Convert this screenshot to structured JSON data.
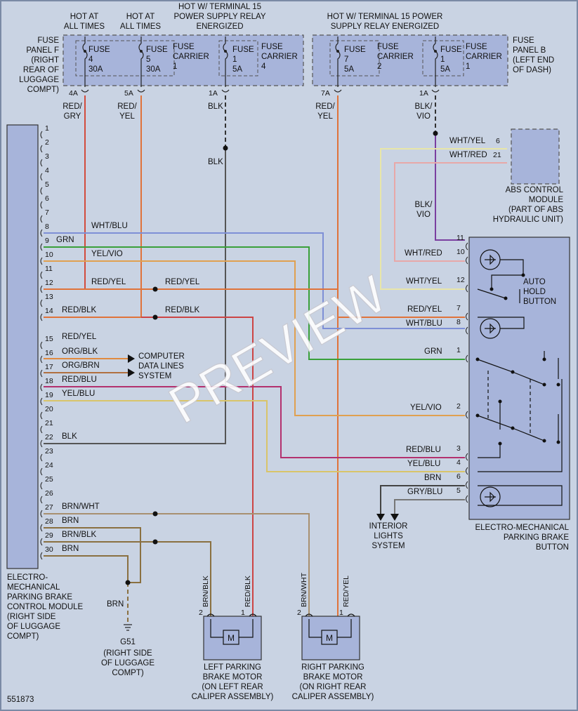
{
  "diagram_id": "551873",
  "watermark": "PREVIEW",
  "top_labels": {
    "hot1": [
      "HOT AT",
      "ALL TIMES"
    ],
    "hot2": [
      "HOT AT",
      "ALL TIMES"
    ],
    "hot3": [
      "HOT W/ TERMINAL 15",
      "POWER SUPPLY RELAY",
      "ENERGIZED"
    ],
    "hot4": [
      "HOT W/ TERMINAL 15 POWER",
      "SUPPLY RELAY ENERGIZED"
    ]
  },
  "fuse_panel_f": [
    "FUSE",
    "PANEL F",
    "(RIGHT",
    "REAR OF",
    "LUGGAGE",
    "COMPT)"
  ],
  "fuse_panel_b": [
    "FUSE",
    "PANEL B",
    "(LEFT END",
    "OF DASH)"
  ],
  "fuses": {
    "f4": [
      "FUSE",
      "4",
      "30A"
    ],
    "f5": [
      "FUSE",
      "5",
      "30A"
    ],
    "c1a": [
      "FUSE",
      "CARRIER",
      "1"
    ],
    "f1a": [
      "FUSE",
      "1",
      "5A"
    ],
    "c4": [
      "FUSE",
      "CARRIER",
      "4"
    ],
    "f7": [
      "FUSE",
      "7",
      "5A"
    ],
    "c2": [
      "FUSE",
      "CARRIER",
      "2"
    ],
    "f1b": [
      "FUSE",
      "1",
      "5A"
    ],
    "c1b": [
      "FUSE",
      "CARRIER",
      "1"
    ]
  },
  "fuse_pins": {
    "p4a": "4A",
    "p5a": "5A",
    "p1a": "1A",
    "p7a": "7A",
    "p1b": "1A"
  },
  "top_wires": {
    "w1": [
      "RED/",
      "GRY"
    ],
    "w2": [
      "RED/",
      "YEL"
    ],
    "w3": [
      "BLK"
    ],
    "w3b": "BLK",
    "w4": [
      "RED/",
      "YEL"
    ],
    "w5": [
      "BLK/",
      "VIO"
    ],
    "w5b": [
      "BLK/",
      "VIO"
    ]
  },
  "abs": {
    "label": [
      "ABS CONTROL",
      "MODULE",
      "(PART OF ABS",
      "HYDRAULIC UNIT)"
    ],
    "wires": [
      "WHT/YEL",
      "WHT/RED"
    ],
    "pins": [
      "6",
      "21"
    ]
  },
  "module_pins": [
    "1",
    "2",
    "3",
    "4",
    "5",
    "6",
    "7",
    "8",
    "9",
    "10",
    "11",
    "12",
    "13",
    "14",
    "15",
    "16",
    "17",
    "18",
    "19",
    "20",
    "21",
    "22",
    "23",
    "24",
    "25",
    "26",
    "27",
    "28",
    "29",
    "30"
  ],
  "module_wires": {
    "p8": "WHT/BLU",
    "p9": "GRN",
    "p10": "YEL/VIO",
    "p12": "RED/YEL",
    "p12b": "RED/YEL",
    "p14": "RED/BLK",
    "p14b": "RED/BLK",
    "p15": "RED/YEL",
    "p16": "ORG/BLK",
    "p17": "ORG/BRN",
    "p18": "RED/BLU",
    "p19": "YEL/BLU",
    "p22": "BLK",
    "p27": "BRN/WHT",
    "p28": "BRN",
    "p29": "BRN/BLK",
    "p30": "BRN"
  },
  "computer_data": [
    "COMPUTER",
    "DATA LINES",
    "SYSTEM"
  ],
  "module_label": [
    "ELECTRO-",
    "MECHANICAL",
    "PARKING BRAKE",
    "CONTROL MODULE",
    "(RIGHT SIDE",
    "OF LUGGAGE",
    "COMPT)"
  ],
  "ground": {
    "wire": "BRN",
    "name": "G51",
    "label": [
      "(RIGHT SIDE",
      "OF LUGGAGE",
      "COMPT)"
    ]
  },
  "button": {
    "wires": {
      "p11": "BLK/VIO",
      "p10": "WHT/RED",
      "p12": "WHT/YEL",
      "p7": "RED/YEL",
      "p8": "WHT/BLU",
      "p1": "GRN",
      "p2": "YEL/VIO",
      "p3": "RED/BLU",
      "p4": "YEL/BLU",
      "p6": "BRN",
      "p5": "GRY/BLU"
    },
    "pins": [
      "11",
      "10",
      "12",
      "7",
      "8",
      "1",
      "2",
      "3",
      "4",
      "6",
      "5"
    ],
    "auto_hold": [
      "AUTO",
      "HOLD",
      "BUTTON"
    ],
    "label": [
      "ELECTRO-MECHANICAL",
      "PARKING BRAKE",
      "BUTTON"
    ]
  },
  "interior": [
    "INTERIOR",
    "LIGHTS",
    "SYSTEM"
  ],
  "motors": {
    "left": {
      "wires": [
        "BRN/BLK",
        "RED/BLK"
      ],
      "pins": [
        "2",
        "1"
      ],
      "symbol": "M",
      "label": [
        "LEFT PARKING",
        "BRAKE MOTOR",
        "(ON LEFT REAR",
        "CALIPER ASSEMBLY)"
      ]
    },
    "right": {
      "wires": [
        "BRN/WHT",
        "RED/YEL"
      ],
      "pins": [
        "2",
        "1"
      ],
      "symbol": "M",
      "label": [
        "RIGHT PARKING",
        "BRAKE MOTOR",
        "(ON RIGHT REAR",
        "CALIPER ASSEMBLY)"
      ]
    }
  }
}
